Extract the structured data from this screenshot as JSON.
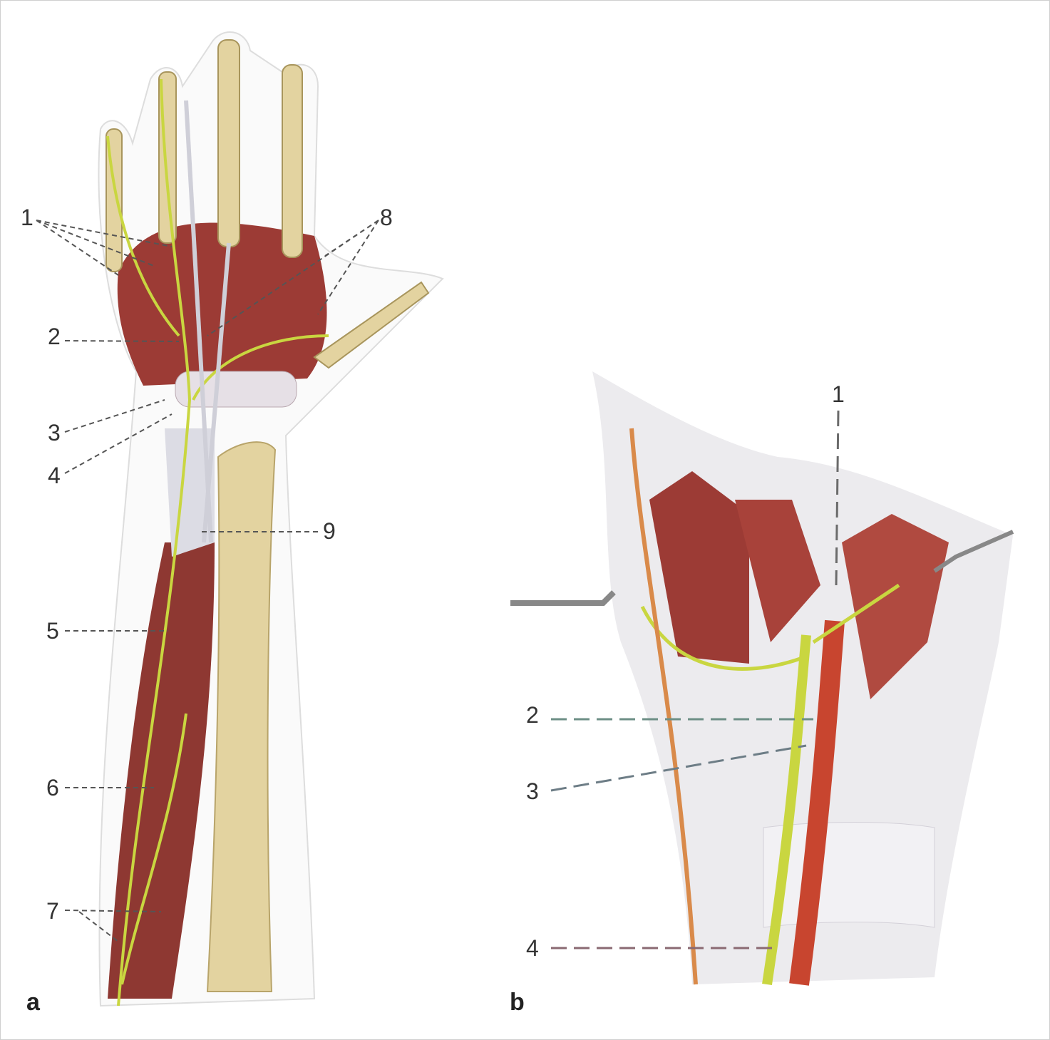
{
  "panels": {
    "a": {
      "letter": "a",
      "labels": [
        "1",
        "2",
        "3",
        "4",
        "5",
        "6",
        "7",
        "8",
        "9"
      ]
    },
    "b": {
      "letter": "b",
      "labels": [
        "1",
        "2",
        "3",
        "4"
      ]
    }
  },
  "colors": {
    "muscle": "#9c3b35",
    "muscle_light": "#c46a60",
    "bone": "#e3d3a0",
    "nerve": "#c9d640",
    "artery": "#c8452f",
    "tendon": "#dcdce4",
    "leader": "#555555"
  }
}
